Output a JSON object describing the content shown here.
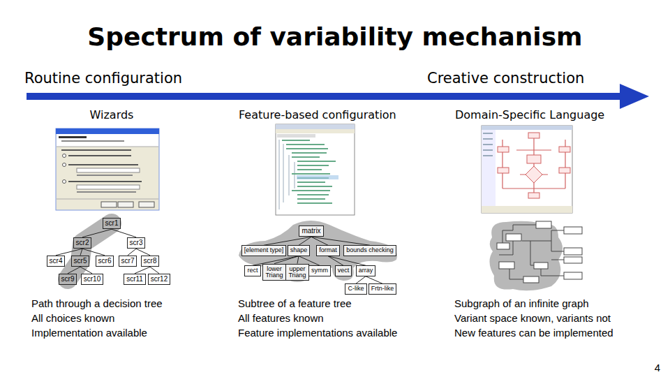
{
  "diagram": {
    "title": "Spectrum of variability mechanism",
    "nodes": [
      {
        "text": [
          "scr1"
        ]
      },
      {
        "text": [
          "scr2"
        ]
      },
      {
        "text": [
          "scr3"
        ]
      },
      {
        "text": [
          "scr4"
        ]
      },
      {
        "text": [
          "scr5"
        ]
      },
      {
        "text": [
          "scr6"
        ]
      },
      {
        "text": [
          "scr7"
        ]
      },
      {
        "text": [
          "scr8"
        ]
      },
      {
        "text": [
          "scr9"
        ]
      },
      {
        "text": [
          "scr10"
        ]
      },
      {
        "text": [
          "scr11"
        ]
      },
      {
        "text": [
          "scr12"
        ]
      },
      {
        "text": [
          "matrix"
        ]
      },
      {
        "text": [
          "[element type]"
        ]
      },
      {
        "text": [
          "shape"
        ]
      },
      {
        "text": [
          "format"
        ]
      },
      {
        "text": [
          "bounds checking"
        ]
      },
      {
        "text": [
          "rect"
        ]
      },
      {
        "text": [
          "lower Triang"
        ]
      },
      {
        "text": [
          "upper Triang"
        ]
      },
      {
        "text": [
          "symm"
        ]
      },
      {
        "text": [
          "vect"
        ]
      },
      {
        "text": [
          "array"
        ]
      },
      {
        "text": [
          "C-like"
        ]
      },
      {
        "text": [
          "Frtn-like"
        ]
      }
    ],
    "edges": [
      {
        "from": 0,
        "to": 1,
        "arrow": "none"
      },
      {
        "from": 0,
        "to": 2,
        "arrow": "none"
      },
      {
        "from": 1,
        "to": 3,
        "arrow": "none"
      },
      {
        "from": 1,
        "to": 4,
        "arrow": "none"
      },
      {
        "from": 1,
        "to": 5,
        "arrow": "none"
      },
      {
        "from": 2,
        "to": 6,
        "arrow": "none"
      },
      {
        "from": 2,
        "to": 7,
        "arrow": "none"
      },
      {
        "from": 4,
        "to": 8,
        "arrow": "none"
      },
      {
        "from": 4,
        "to": 9,
        "arrow": "none"
      },
      {
        "from": 7,
        "to": 10,
        "arrow": "none"
      },
      {
        "from": 7,
        "to": 11,
        "arrow": "none"
      },
      {
        "from": 12,
        "to": 13,
        "arrow": "none"
      },
      {
        "from": 12,
        "to": 14,
        "arrow": "none"
      },
      {
        "from": 12,
        "to": 15,
        "arrow": "none"
      },
      {
        "from": 12,
        "to": 16,
        "arrow": "none"
      },
      {
        "from": 14,
        "to": 17,
        "arrow": "none"
      },
      {
        "from": 14,
        "to": 18,
        "arrow": "none"
      },
      {
        "from": 14,
        "to": 19,
        "arrow": "none"
      },
      {
        "from": 14,
        "to": 20,
        "arrow": "none"
      },
      {
        "from": 15,
        "to": 21,
        "arrow": "none"
      },
      {
        "from": 15,
        "to": 22,
        "arrow": "none"
      },
      {
        "from": 22,
        "to": 23,
        "arrow": "none"
      },
      {
        "from": 22,
        "to": 24,
        "arrow": "none"
      }
    ],
    "labels": [
      "Routine configuration",
      "Creative construction",
      "Wizards",
      "Feature-based configuration",
      "Domain-Specific Language",
      "Path through a decision tree",
      "All choices known",
      "Implementation available",
      "Subtree of a feature tree",
      "All features known",
      "Feature implementations available",
      "Subgraph of an infinite graph",
      "Variant space known, variants not",
      "New features can be implemented",
      "4"
    ]
  }
}
